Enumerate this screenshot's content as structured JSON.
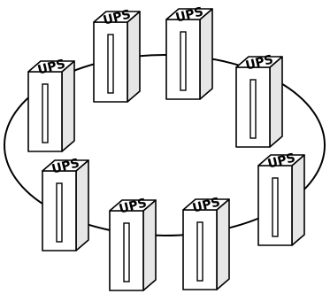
{
  "diagram": {
    "units": [
      {
        "label": "UPS"
      },
      {
        "label": "UPS"
      },
      {
        "label": "UPS"
      },
      {
        "label": "UPS"
      },
      {
        "label": "UPS"
      },
      {
        "label": "UPS"
      },
      {
        "label": "UPS"
      },
      {
        "label": "UPS"
      }
    ]
  }
}
